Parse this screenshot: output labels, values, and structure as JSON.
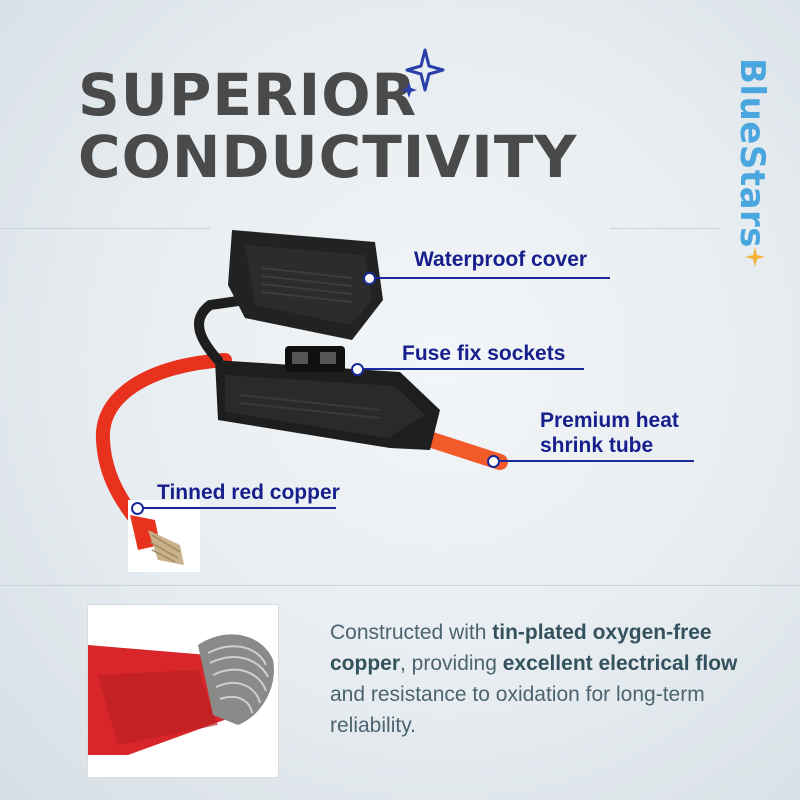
{
  "title": {
    "line1": "SUPERIOR",
    "line2": "CONDUCTIVITY"
  },
  "brand": {
    "name": "BlueStars",
    "color": "#4aa6de"
  },
  "callouts": {
    "waterproof_cover": "Waterproof cover",
    "fuse_fix_sockets": "Fuse fix sockets",
    "heat_shrink_line1": "Premium heat",
    "heat_shrink_line2": "shrink tube",
    "tinned_copper": "Tinned red copper"
  },
  "description": {
    "part1": "Constructed with ",
    "bold1": "tin-plated oxygen-free copper",
    "part2": ", providing ",
    "bold2": "excellent electrical flow",
    "part3": " and resistance to oxidation for long-term reliability."
  },
  "colors": {
    "label": "#161f8c",
    "leader": "#1b2a9a",
    "title": "#4a4a4a",
    "wire": "#e8321e",
    "body_text": "#4b6470"
  }
}
